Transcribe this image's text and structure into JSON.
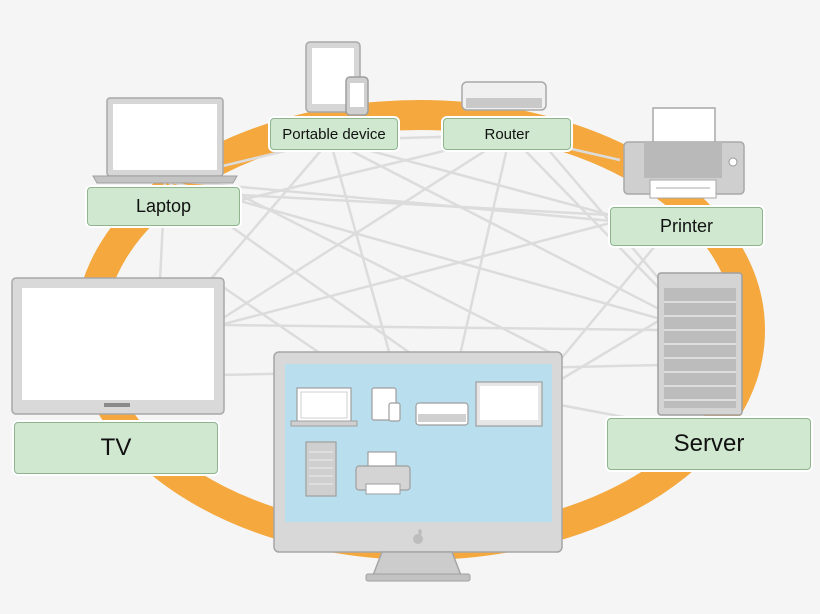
{
  "devices": {
    "portable": {
      "label": "Portable device"
    },
    "router": {
      "label": "Router"
    },
    "laptop": {
      "label": "Laptop"
    },
    "printer": {
      "label": "Printer"
    },
    "tv": {
      "label": "TV"
    },
    "server": {
      "label": "Server"
    }
  },
  "colors": {
    "ring": "#f4a83e",
    "label_fill": "#cfe8cf",
    "label_border": "#8fb58f",
    "mesh": "#dcdcdc",
    "screen": "#b9dfee",
    "device_body": "#cfcfcf"
  },
  "icons": [
    "laptop-icon",
    "tablet-icon",
    "phone-icon",
    "router-icon",
    "printer-icon",
    "tv-icon",
    "server-icon",
    "desktop-computer-icon",
    "apple-logo-icon"
  ]
}
